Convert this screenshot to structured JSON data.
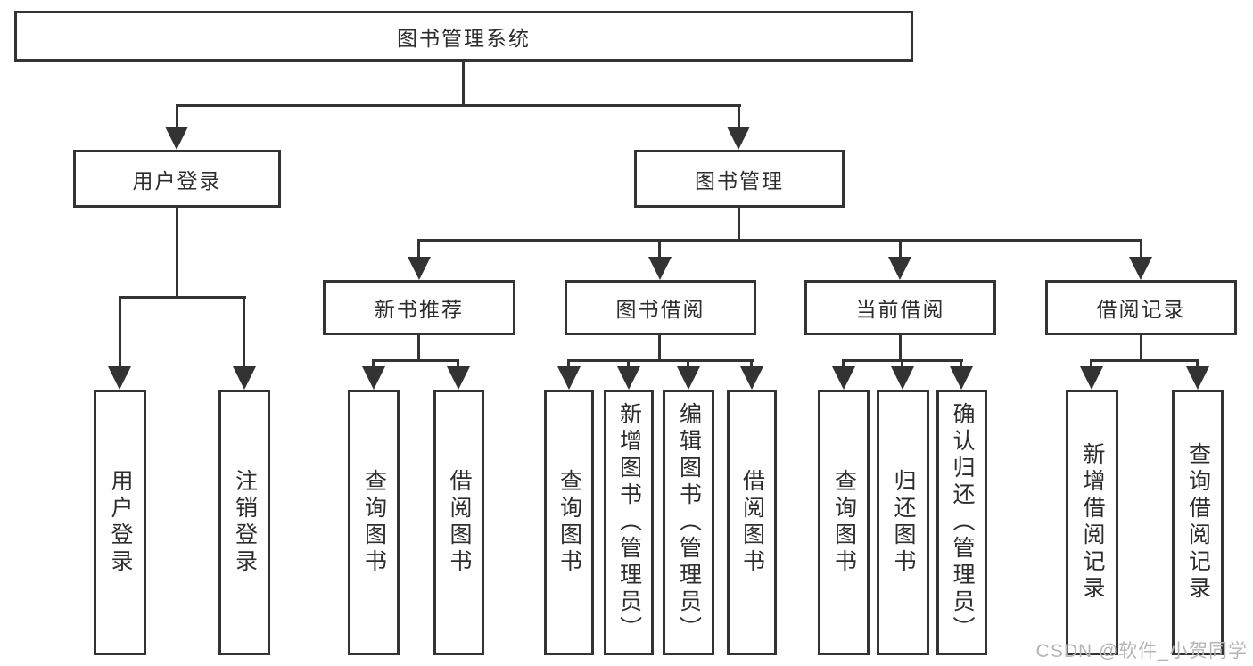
{
  "diagram": {
    "type": "hierarchy",
    "tree": {
      "label": "图书管理系统",
      "children": [
        {
          "label": "用户登录",
          "children": [
            {
              "label": "用户登录"
            },
            {
              "label": "注销登录"
            }
          ]
        },
        {
          "label": "图书管理",
          "children": [
            {
              "label": "新书推荐",
              "children": [
                {
                  "label": "查询图书"
                },
                {
                  "label": "借阅图书"
                }
              ]
            },
            {
              "label": "图书借阅",
              "children": [
                {
                  "label": "查询图书"
                },
                {
                  "label": "新增图书（管理员）"
                },
                {
                  "label": "编辑图书（管理员）"
                },
                {
                  "label": "借阅图书"
                }
              ]
            },
            {
              "label": "当前借阅",
              "children": [
                {
                  "label": "查询图书"
                },
                {
                  "label": "归还图书"
                },
                {
                  "label": "确认归还（管理员）"
                }
              ]
            },
            {
              "label": "借阅记录",
              "children": [
                {
                  "label": "新增借阅记录"
                },
                {
                  "label": "查询借阅记录"
                }
              ]
            }
          ]
        }
      ]
    },
    "colors": {
      "line": "#333333",
      "text": "#2d2d2d",
      "background": "#ffffff",
      "watermark_text": "#b5b5b5"
    },
    "watermark": "CSDN @软件_小贺同学"
  }
}
